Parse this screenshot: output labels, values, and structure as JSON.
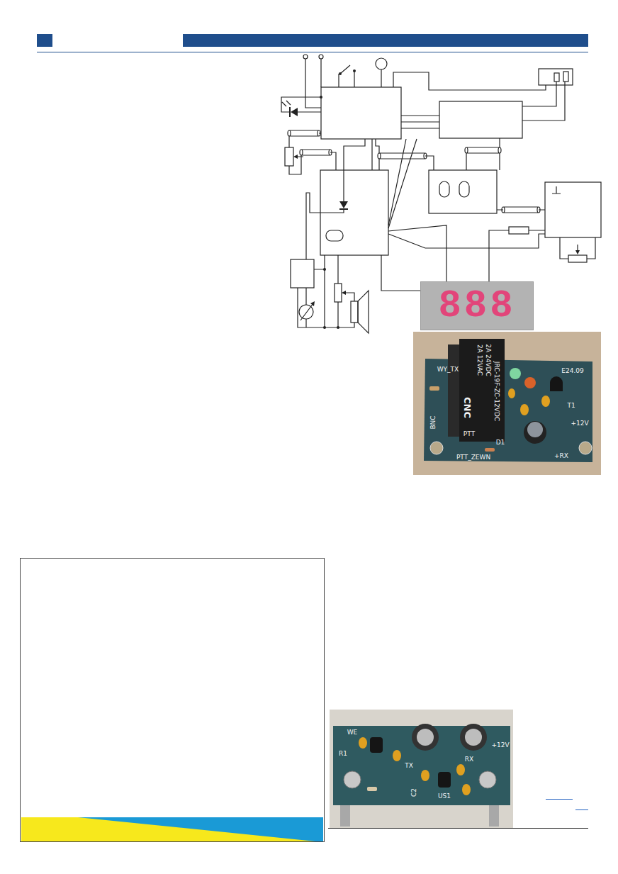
{
  "diagram": {
    "nodes": [
      {
        "text": [
          "888"
        ]
      }
    ],
    "labels": [
      "JRC-19F-ZC-12VDC",
      "2A 24VDC",
      "2A 12VAC",
      "CNC",
      "WY_TX",
      "E24.09",
      "BNC",
      "PTT",
      "D1",
      "PTT_ZEWN",
      "T1",
      "+12V",
      "+RX",
      "WE",
      "R1",
      "TX",
      "C2",
      "US1",
      "RX",
      "+12V"
    ]
  }
}
